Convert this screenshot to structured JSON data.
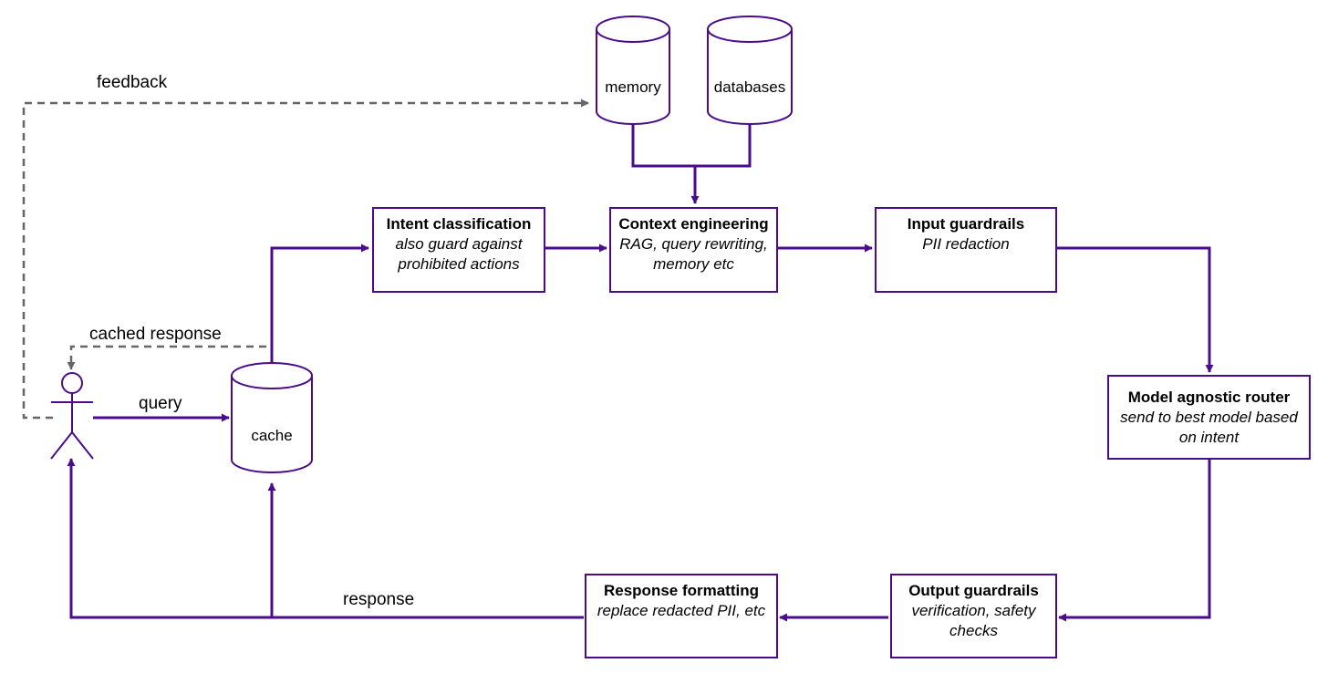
{
  "colors": {
    "flow": "#4b0c8c",
    "dashed": "#666666",
    "background": "#ffffff"
  },
  "nodes": {
    "memory": "memory",
    "databases": "databases",
    "cache": "cache",
    "user": "user-icon",
    "intent": {
      "title": "Intent classification",
      "sub": [
        "also guard against",
        "prohibited actions"
      ]
    },
    "context": {
      "title": "Context engineering",
      "sub": [
        "RAG, query rewriting,",
        "memory etc"
      ]
    },
    "input": {
      "title": "Input guardrails",
      "sub": [
        "PII redaction"
      ]
    },
    "router": {
      "title": "Model agnostic router",
      "sub": [
        "send to best model based",
        "on intent"
      ]
    },
    "output": {
      "title": "Output guardrails",
      "sub": [
        "verification, safety",
        "checks"
      ]
    },
    "response": {
      "title": "Response formatting",
      "sub": [
        "replace redacted PII, etc"
      ]
    }
  },
  "edge_labels": {
    "feedback": "feedback",
    "cached_response": "cached response",
    "query": "query",
    "response": "response"
  }
}
